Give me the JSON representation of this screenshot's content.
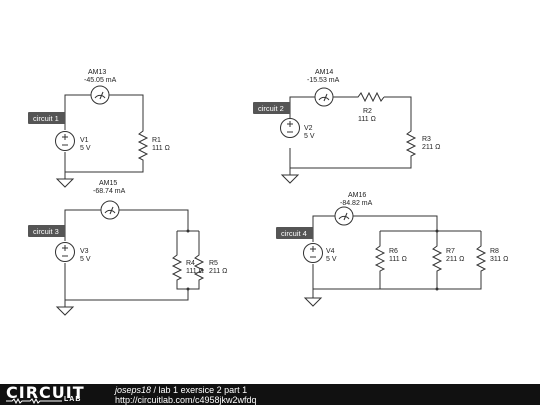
{
  "circuits": [
    {
      "tag": "circuit 1",
      "meter": {
        "name": "AM13",
        "value": "-45.05 mA"
      },
      "source": {
        "name": "V1",
        "value": "5 V"
      },
      "resistors": [
        {
          "name": "R1",
          "value": "111 Ω"
        }
      ]
    },
    {
      "tag": "circuit 2",
      "meter": {
        "name": "AM14",
        "value": "-15.53 mA"
      },
      "source": {
        "name": "V2",
        "value": "5 V"
      },
      "resistors": [
        {
          "name": "R2",
          "value": "111 Ω"
        },
        {
          "name": "R3",
          "value": "211 Ω"
        }
      ]
    },
    {
      "tag": "circuit 3",
      "meter": {
        "name": "AM15",
        "value": "-68.74 mA"
      },
      "source": {
        "name": "V3",
        "value": "5 V"
      },
      "resistors": [
        {
          "name": "R4",
          "value": "111 Ω"
        },
        {
          "name": "R5",
          "value": "211 Ω"
        }
      ]
    },
    {
      "tag": "circuit 4",
      "meter": {
        "name": "AM16",
        "value": "-84.82 mA"
      },
      "source": {
        "name": "V4",
        "value": "5 V"
      },
      "resistors": [
        {
          "name": "R6",
          "value": "111 Ω"
        },
        {
          "name": "R7",
          "value": "211 Ω"
        },
        {
          "name": "R8",
          "value": "311 Ω"
        }
      ]
    }
  ],
  "footer": {
    "logo_main": "CIRCUIT",
    "logo_sub": "LAB",
    "author": "joseps18",
    "separator": " / ",
    "title": "lab 1 exersice 2 part 1",
    "url": "http://circuitlab.com/c4958jkw2wfdq"
  }
}
